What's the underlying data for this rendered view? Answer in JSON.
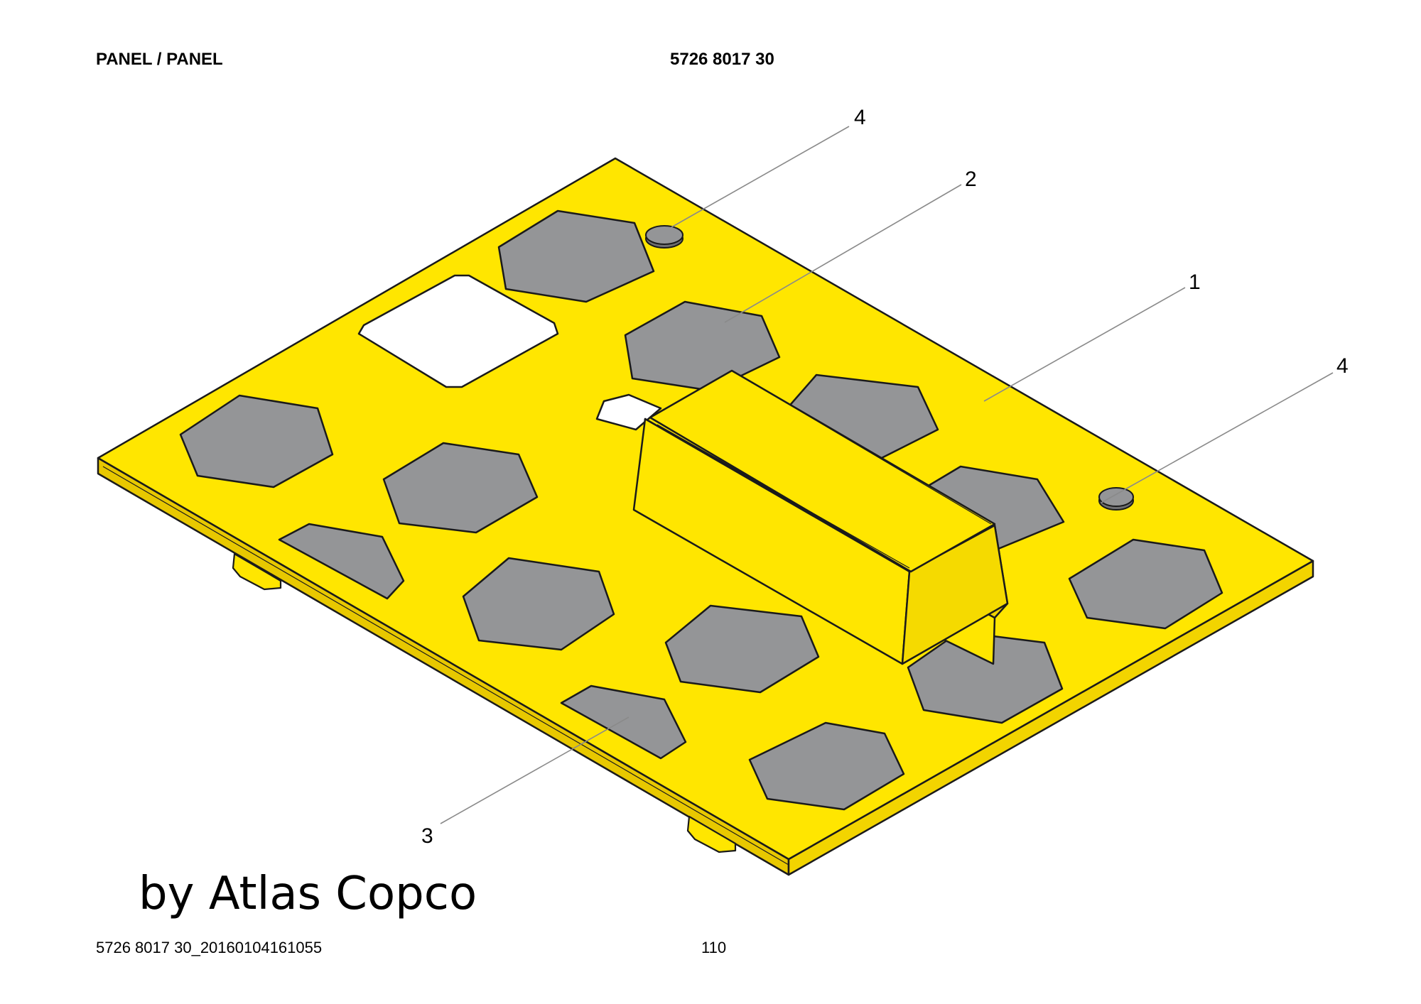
{
  "header": {
    "title": "PANEL / PANEL",
    "part_number": "5726 8017 30"
  },
  "brand_overlay": "by Atlas Copco",
  "footer": {
    "document_id": "5726 8017 30_20160104161055",
    "page_number": "110"
  },
  "callouts": [
    {
      "id": "c4a",
      "label": "4"
    },
    {
      "id": "c2",
      "label": "2"
    },
    {
      "id": "c1",
      "label": "1"
    },
    {
      "id": "c4b",
      "label": "4"
    },
    {
      "id": "c3",
      "label": "3"
    }
  ],
  "colors": {
    "panel": "#FFE600",
    "panel_edge": "#E8C800",
    "pad": "#949597",
    "outline": "#1a1a1a"
  }
}
